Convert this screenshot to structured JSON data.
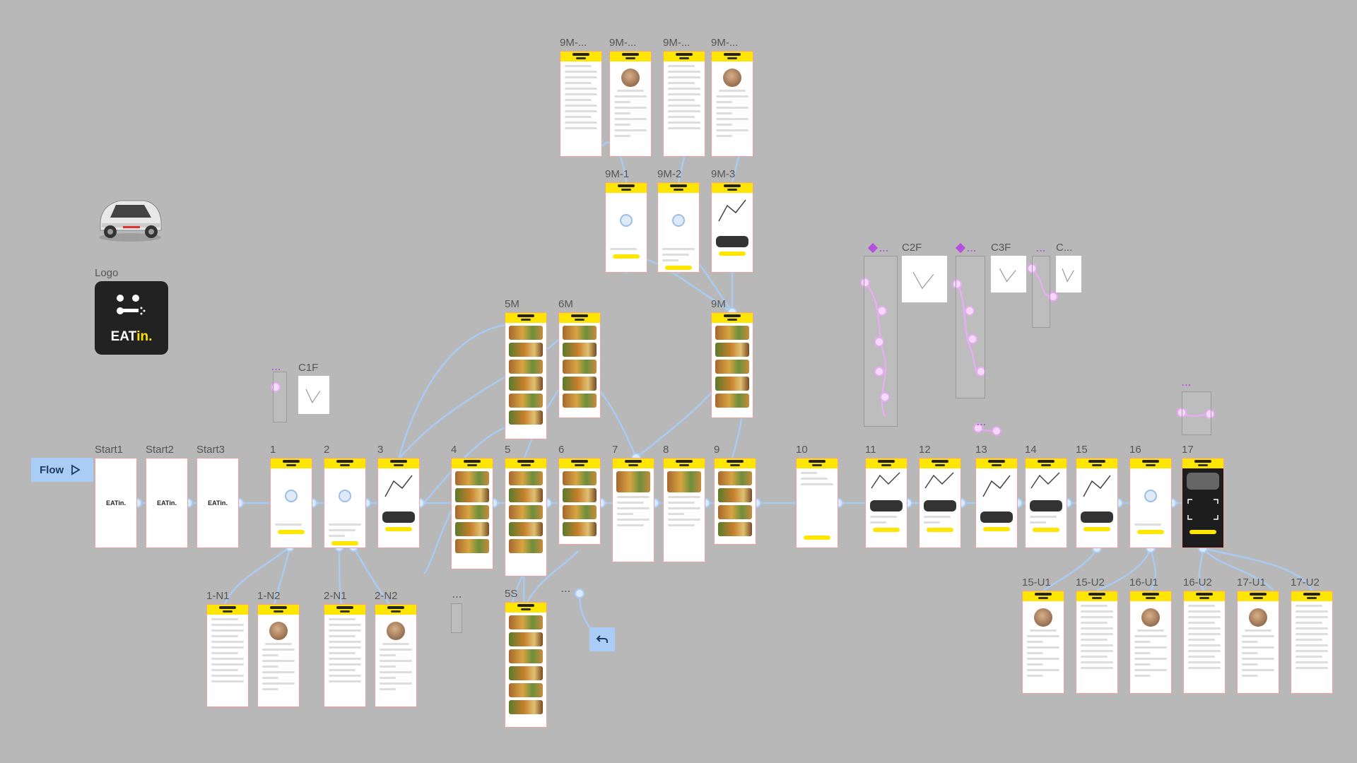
{
  "canvas": {
    "background": "#b8b8b8",
    "wire_color": "#a9cdf7",
    "component_wire_color": "#e6a6f2",
    "phone_accent": "#ffe600"
  },
  "flow_button": {
    "label": "Flow",
    "icon": "play-icon"
  },
  "logo": {
    "label": "Logo",
    "word_main": "EAT",
    "word_accent": "in."
  },
  "back_button": {
    "icon": "undo-arrow-icon"
  },
  "frames": [
    {
      "label": "Start1"
    },
    {
      "label": "Start2"
    },
    {
      "label": "Start3"
    },
    {
      "label": "1"
    },
    {
      "label": "2"
    },
    {
      "label": "3"
    },
    {
      "label": "4"
    },
    {
      "label": "5"
    },
    {
      "label": "6"
    },
    {
      "label": "7"
    },
    {
      "label": "8"
    },
    {
      "label": "9"
    },
    {
      "label": "10"
    },
    {
      "label": "11"
    },
    {
      "label": "12"
    },
    {
      "label": "13"
    },
    {
      "label": "14"
    },
    {
      "label": "15"
    },
    {
      "label": "16"
    },
    {
      "label": "17"
    },
    {
      "label": "1-N1"
    },
    {
      "label": "1-N2"
    },
    {
      "label": "2-N1"
    },
    {
      "label": "2-N2"
    },
    {
      "label": "5M"
    },
    {
      "label": "6M"
    },
    {
      "label": "9M"
    },
    {
      "label": "5S"
    },
    {
      "label": "9M-..."
    },
    {
      "label": "9M-..."
    },
    {
      "label": "9M-..."
    },
    {
      "label": "9M-..."
    },
    {
      "label": "9M-1"
    },
    {
      "label": "9M-2"
    },
    {
      "label": "9M-3"
    },
    {
      "label": "15-U1"
    },
    {
      "label": "15-U2"
    },
    {
      "label": "16-U1"
    },
    {
      "label": "16-U2"
    },
    {
      "label": "17-U1"
    },
    {
      "label": "17-U2"
    },
    {
      "label": "C1F"
    },
    {
      "label": "C2F"
    },
    {
      "label": "C3F"
    },
    {
      "label": "C..."
    }
  ],
  "splash_text": "EATin.",
  "ellipsis": "..."
}
